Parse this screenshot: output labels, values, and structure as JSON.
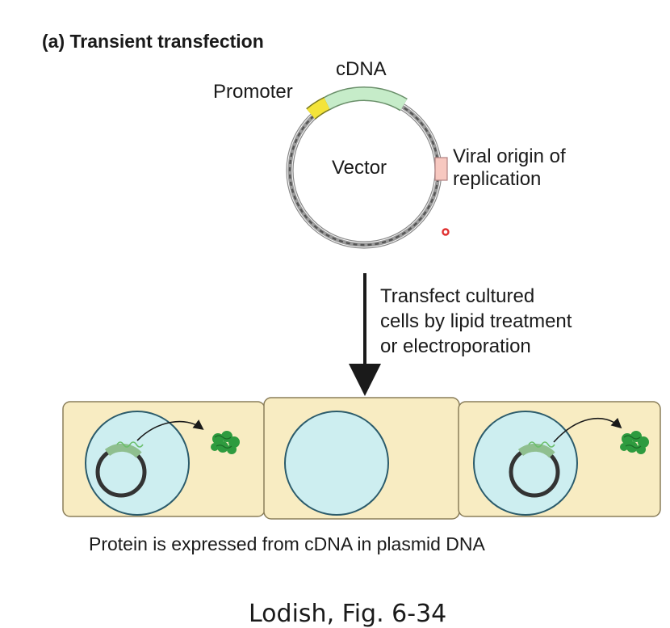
{
  "panel": {
    "title": "(a) Transient transfection"
  },
  "plasmid": {
    "center_label": "Vector",
    "promoter_label": "Promoter",
    "cdna_label": "cDNA",
    "origin_label_lines": [
      "Viral origin of",
      "replication"
    ],
    "colors": {
      "promoter": "#f4e43a",
      "cdna": "#c6ecc9",
      "origin": "#f7c8c0",
      "dna_helix": "#7a7a7a"
    }
  },
  "step": {
    "lines": [
      "Transfect cultured",
      "cells by lipid treatment",
      "or electroporation"
    ]
  },
  "cells": {
    "caption": "Protein is expressed from cDNA in plasmid DNA",
    "colors": {
      "cytoplasm": "#f8ecc2",
      "nucleus": "#cdeef0",
      "protein": "#2e9b3f"
    },
    "items": [
      {
        "name": "left-cell",
        "transfected": true
      },
      {
        "name": "middle-cell",
        "transfected": false
      },
      {
        "name": "right-cell",
        "transfected": true
      }
    ]
  },
  "credit": "Lodish, Fig. 6-34"
}
